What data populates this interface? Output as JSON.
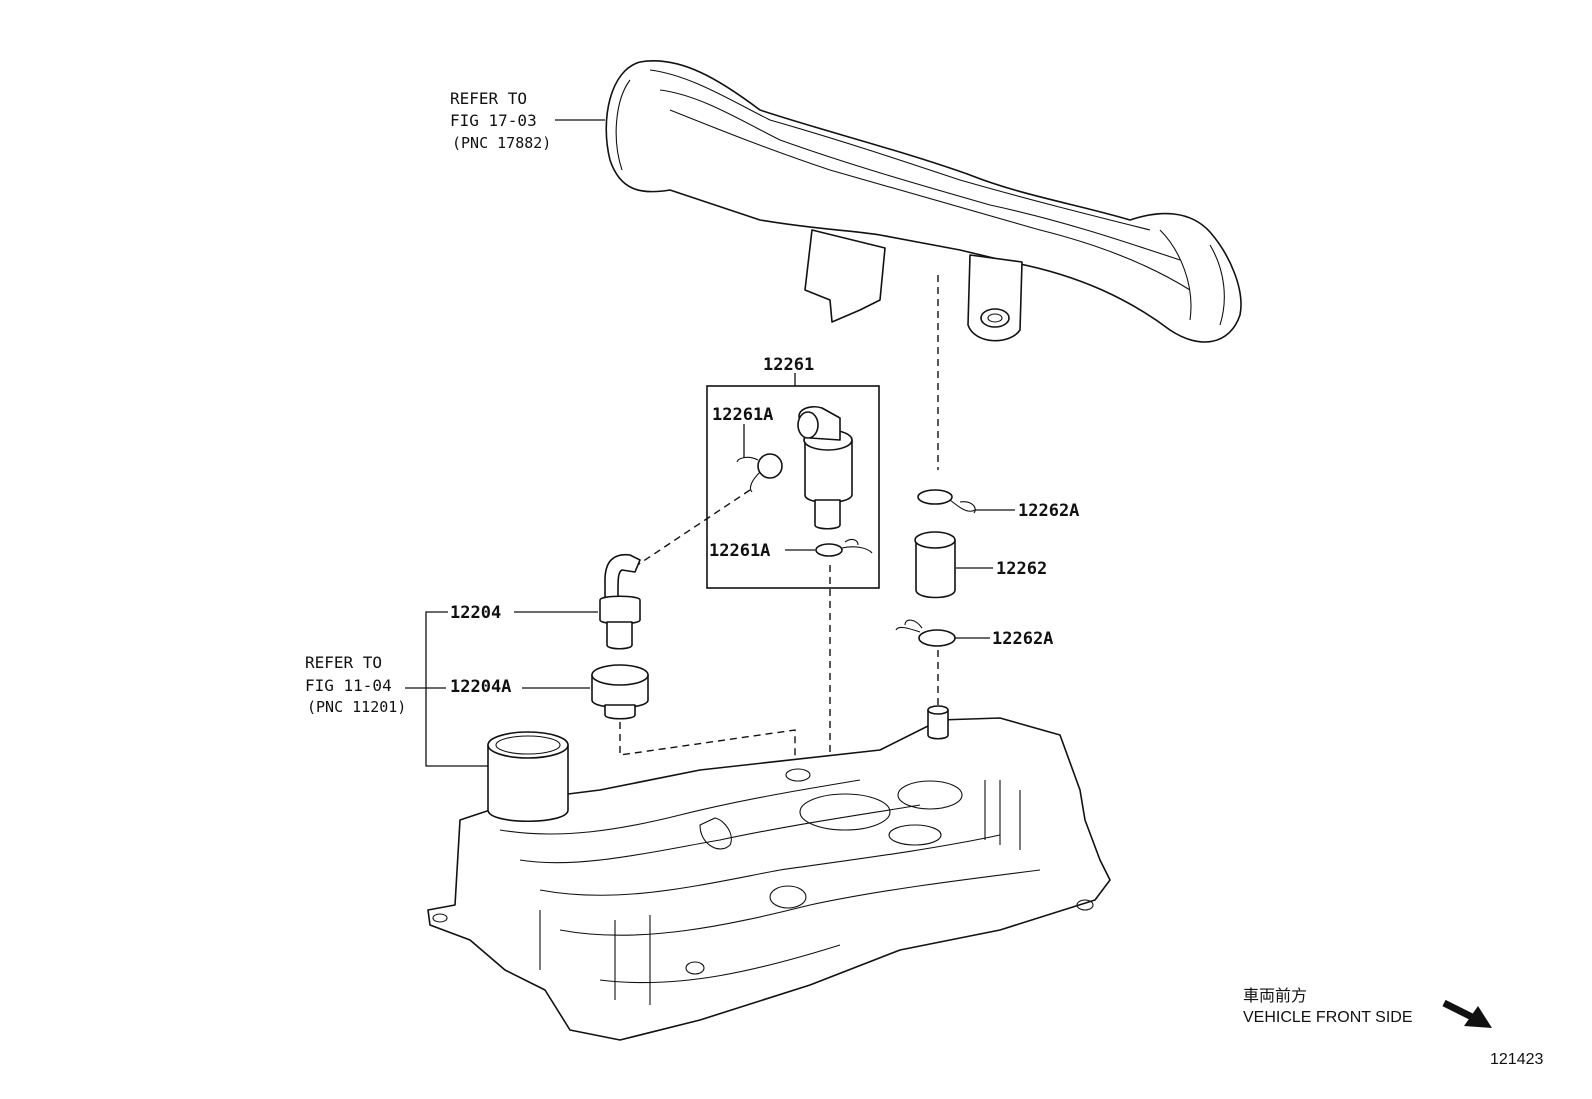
{
  "refs": {
    "top": {
      "line1": "REFER TO",
      "line2": "FIG 17-03",
      "line3": "(PNC 17882)"
    },
    "left": {
      "line1": "REFER TO",
      "line2": "FIG 11-04",
      "line3": "(PNC 11201)"
    }
  },
  "parts": {
    "p12261": "12261",
    "p12261A_top": "12261A",
    "p12261A_bottom": "12261A",
    "p12262A_top": "12262A",
    "p12262": "12262",
    "p12262A_bottom": "12262A",
    "p12204": "12204",
    "p12204A": "12204A"
  },
  "orientation": {
    "jp": "車両前方",
    "en": "VEHICLE FRONT SIDE"
  },
  "figure_number": "121423"
}
